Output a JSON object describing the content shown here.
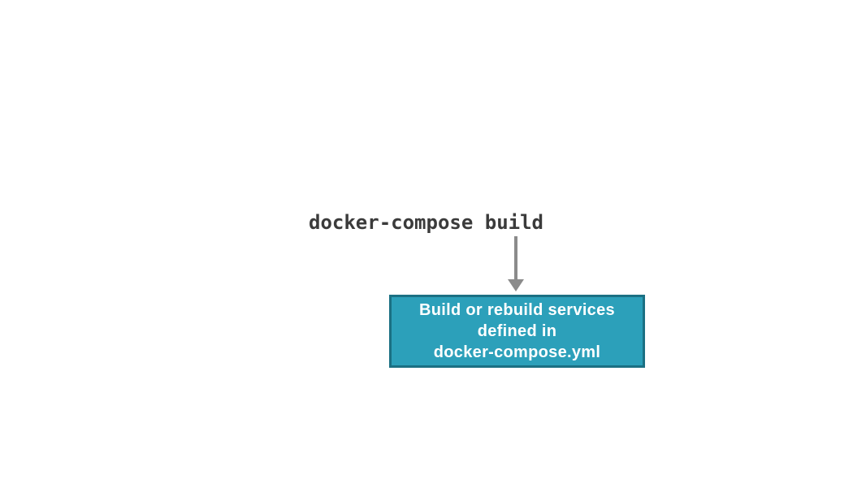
{
  "diagram": {
    "command_label": "docker-compose build",
    "arrow_icon": "down-arrow",
    "description_box": {
      "lines": [
        "Build or rebuild services",
        "defined in",
        "docker-compose.yml"
      ]
    },
    "colors": {
      "background": "#FFFFFF",
      "command_text": "#3B3B3B",
      "arrow": "#8B8B8B",
      "box_fill": "#2CA0BA",
      "box_border": "#1B7083",
      "box_text": "#FFFFFF"
    }
  }
}
